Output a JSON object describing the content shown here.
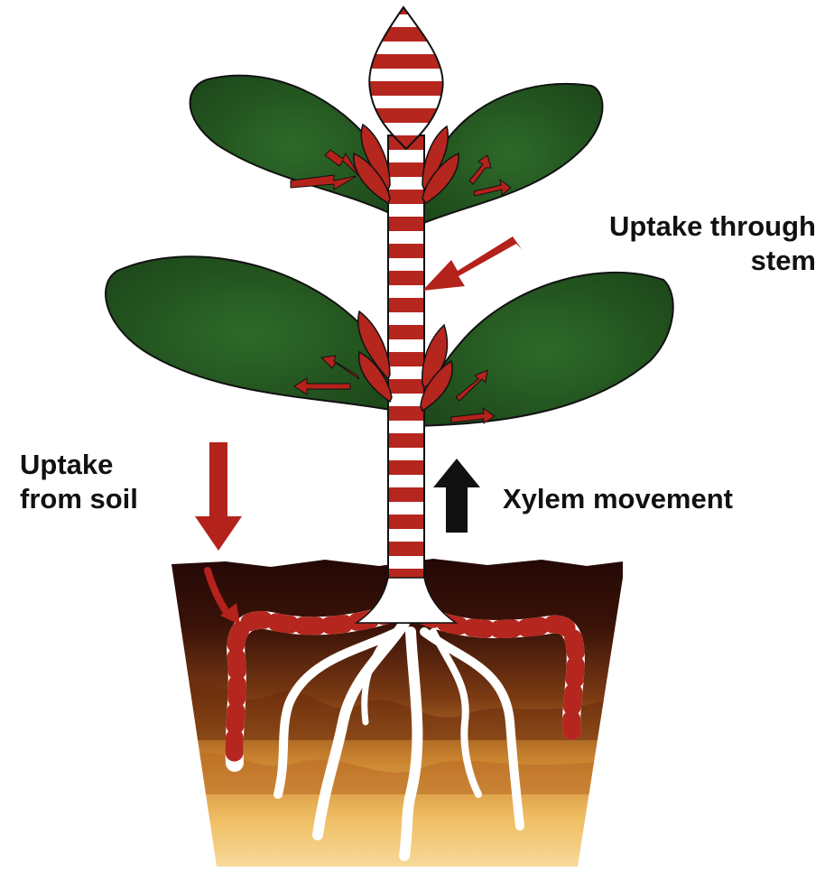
{
  "labels": {
    "stem_line1": "Uptake through",
    "stem_line2": "stem",
    "soil_line1": "Uptake",
    "soil_line2": "from soil",
    "xylem": "Xylem movement"
  },
  "colors": {
    "leaf": "#2f6a2a",
    "leaf_dark": "#1f4f1c",
    "stripe_red": "#b5261e",
    "stripe_white": "#ffffff",
    "bud_red": "#b5261e",
    "arrow_red": "#b3221b",
    "arrow_black": "#111111",
    "soil_top": "#2a0b07",
    "soil_mid": "#7a3a12",
    "soil_bottom": "#f3c870",
    "root_white": "#ffffff"
  }
}
